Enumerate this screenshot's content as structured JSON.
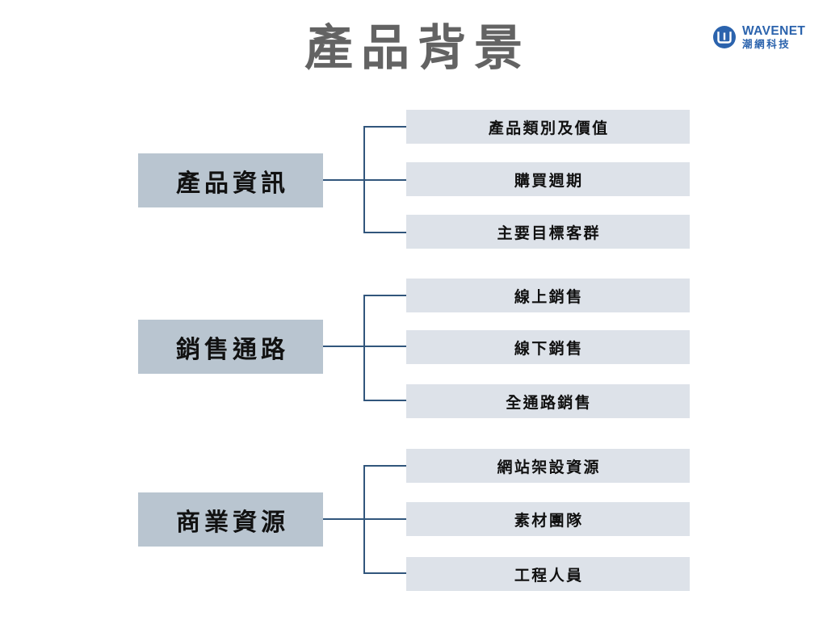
{
  "slide": {
    "title": "產品背景",
    "background_color": "#ffffff",
    "title_color": "#636363"
  },
  "logo": {
    "icon": "wavenet-circle-logo-icon",
    "name_en": "WAVENET",
    "name_zh": "潮網科技",
    "color": "#2b63ad"
  },
  "colors": {
    "parent_box": "#b9c5d0",
    "child_box": "#dde2e9",
    "connector": "#31567c",
    "text": "#111111"
  },
  "tree": {
    "groups": [
      {
        "parent": "產品資訊",
        "children": [
          "產品類別及價值",
          "購買週期",
          "主要目標客群"
        ]
      },
      {
        "parent": "銷售通路",
        "children": [
          "線上銷售",
          "線下銷售",
          "全通路銷售"
        ]
      },
      {
        "parent": "商業資源",
        "children": [
          "網站架設資源",
          "素材團隊",
          "工程人員"
        ]
      }
    ]
  }
}
